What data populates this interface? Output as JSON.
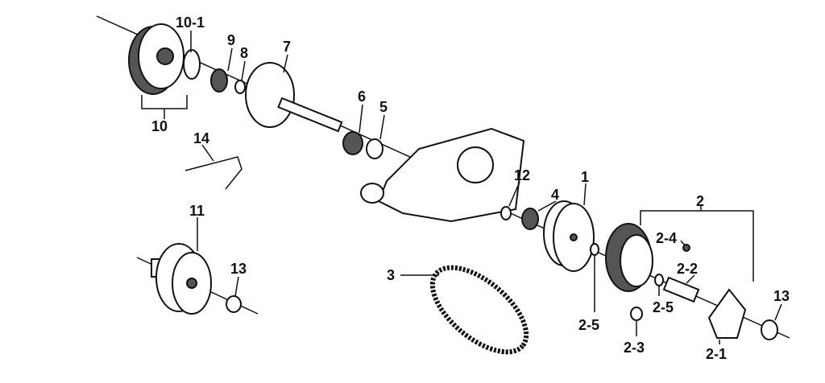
{
  "diagram": {
    "labels": {
      "p10_1": "10-1",
      "p9": "9",
      "p8": "8",
      "p7": "7",
      "p10": "10",
      "p6": "6",
      "p5": "5",
      "p14": "14",
      "p12": "12",
      "p4": "4",
      "p1": "1",
      "p2": "2",
      "p2_4": "2-4",
      "p2_2": "2-2",
      "p11": "11",
      "p13a": "13",
      "p3": "3",
      "p2_5a": "2-5",
      "p2_5b": "2-5",
      "p13b": "13",
      "p2_3": "2-3",
      "p2_1": "2-1"
    }
  }
}
